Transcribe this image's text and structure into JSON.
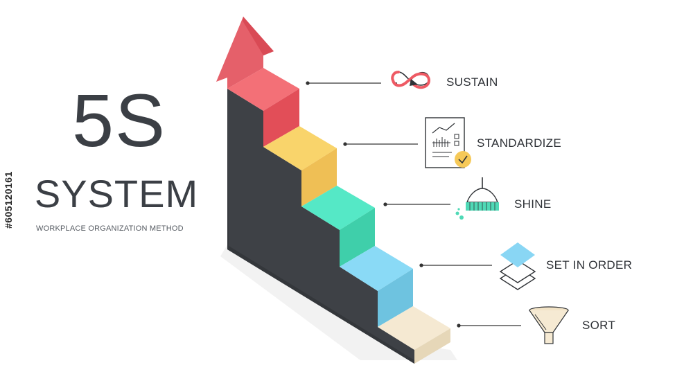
{
  "title": {
    "main": "5S",
    "sub": "SYSTEM",
    "caption": "WORKPLACE ORGANIZATION METHOD"
  },
  "stock_id": "#605120161",
  "steps": [
    {
      "label": "SUSTAIN",
      "color": "#f0636b",
      "icon": "infinity-cycle-icon"
    },
    {
      "label": "STANDARDIZE",
      "color": "#f7cc5d",
      "icon": "document-check-icon"
    },
    {
      "label": "SHINE",
      "color": "#4de3c2",
      "icon": "broom-icon"
    },
    {
      "label": "SET IN ORDER",
      "color": "#82d4f3",
      "icon": "stacked-layers-icon"
    },
    {
      "label": "SORT",
      "color": "#f4e6cb",
      "icon": "funnel-icon"
    }
  ],
  "colors": {
    "stair_body": "#3e4146",
    "leader_line": "#333333",
    "text": "#3b3f45"
  }
}
